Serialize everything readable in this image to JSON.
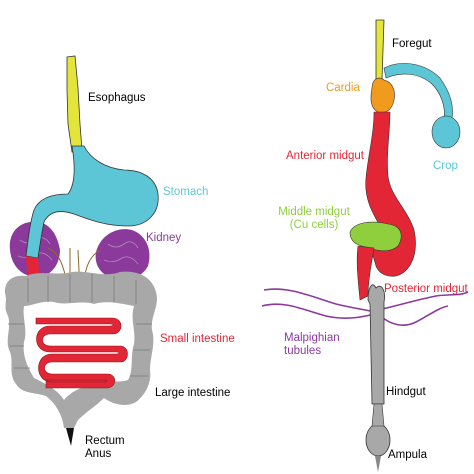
{
  "colors": {
    "esophagus": "#e4e53a",
    "stomach": "#5cc6d6",
    "kidney": "#8b3a9c",
    "small_intestine": "#e22636",
    "large_intestine": "#a8a8a8",
    "cardia": "#f09a1e",
    "crop": "#5cc6d6",
    "midgut": "#e22636",
    "middle_midgut": "#8fce3d",
    "malpighian": "#8b3a9c",
    "hindgut": "#a8a8a8"
  },
  "human": {
    "esophagus": "Esophagus",
    "stomach": "Stomach",
    "kidney": "Kidney",
    "small_intestine": "Small intestine",
    "large_intestine": "Large intestine",
    "rectum": "Rectum",
    "anus": "Anus"
  },
  "fly": {
    "foregut": "Foregut",
    "cardia": "Cardia",
    "crop": "Crop",
    "anterior_midgut": "Anterior midgut",
    "middle_midgut_1": "Middle midgut",
    "middle_midgut_2": "(Cu cells)",
    "posterior_midgut": "Posterior midgut",
    "malpighian_1": "Malpighian",
    "malpighian_2": "tubules",
    "hindgut": "Hindgut",
    "ampula": "Ampula"
  }
}
